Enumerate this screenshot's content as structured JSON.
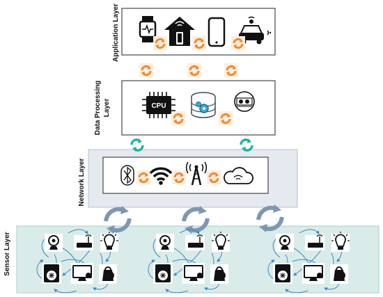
{
  "layers": {
    "application": {
      "label": "Application Layer"
    },
    "data_processing": {
      "label": "Data Processing Layer",
      "label_line1": "Data Processing",
      "label_line2": "Layer"
    },
    "network": {
      "label": "Network Layer"
    },
    "sensor": {
      "label": "Sensor Layer"
    }
  },
  "chip_text": "CPU",
  "colors": {
    "exchange_orange": "#f08a2c",
    "exchange_teal": "#1fb59a",
    "exchange_blue": "#7f97b5",
    "sensor_fill": "#d9ece9",
    "network_fill": "#e6e9ef",
    "arrow_blue": "#3f86c6"
  },
  "icons": {
    "application": [
      "smartwatch-icon",
      "smart-home-icon",
      "smartphone-icon",
      "connected-car-icon"
    ],
    "data_processing": [
      "cpu-chip-icon",
      "database-gear-icon",
      "graphics-card-icon"
    ],
    "network": [
      "bluetooth-icon",
      "wifi-icon",
      "cell-tower-icon",
      "cloud-icon"
    ],
    "sensor_cluster": [
      "webcam-icon",
      "router-icon",
      "smart-bulb-icon",
      "washing-machine-icon",
      "computer-icon",
      "kettle-icon"
    ]
  }
}
